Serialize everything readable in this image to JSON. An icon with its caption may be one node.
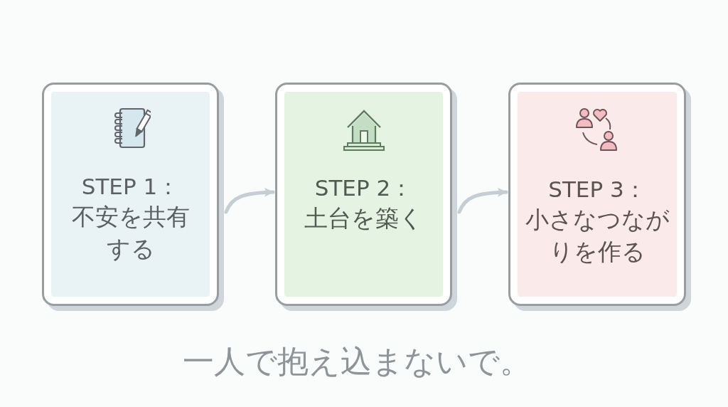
{
  "diagram": {
    "nodes": [
      {
        "text": [
          "STEP 1：",
          "不安を共有する"
        ]
      },
      {
        "text": [
          "STEP 2：",
          "土台を築く"
        ]
      },
      {
        "text": [
          "STEP 3：",
          "小さなつながりを作る"
        ]
      }
    ],
    "edges": [
      {
        "from": 0,
        "to": 1,
        "arrow": "to"
      },
      {
        "from": 1,
        "to": 2,
        "arrow": "to"
      }
    ],
    "caption": "一人で抱え込まないで。"
  }
}
